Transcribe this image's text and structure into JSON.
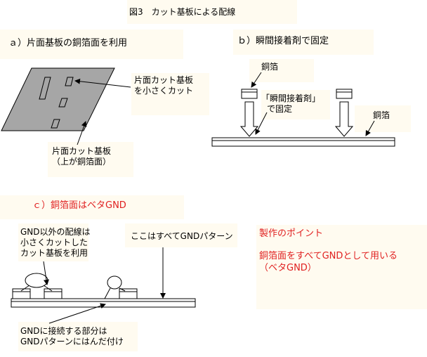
{
  "title": "図3　カット基板による配線",
  "section_a": {
    "heading": "ａ）片面基板の銅箔面を利用",
    "label_small_boards_1": "片面カット基板",
    "label_small_boards_2": "を小さくカット",
    "label_base_1": "片面カット基板",
    "label_base_2": "（上が銅箔面）"
  },
  "section_b": {
    "heading": "ｂ）瞬間接着剤で固定",
    "label_foil_top": "銅箔",
    "label_glue_1": "「瞬間接着剤」",
    "label_glue_2": "で固定",
    "label_foil_right": "銅箔"
  },
  "section_c": {
    "heading": "ｃ）銅箔面はベタGND",
    "label_wiring_1": "GND以外の配線は",
    "label_wiring_2": "小さくカットした",
    "label_wiring_3": "カット基板を利用",
    "label_gnd_pattern": "ここはすべてGNDパターン",
    "label_solder_1": "GNDに接続する部分は",
    "label_solder_2": "GNDパターンにはんだ付け"
  },
  "point": {
    "title": "製作のポイント",
    "line1": "銅箔面をすべてGNDとして用いる",
    "line2": "（ベタGND）"
  },
  "colors": {
    "accent_red": "#e02020",
    "label_bg": "#fffbf0",
    "board_gray": "#a6a6a6"
  }
}
